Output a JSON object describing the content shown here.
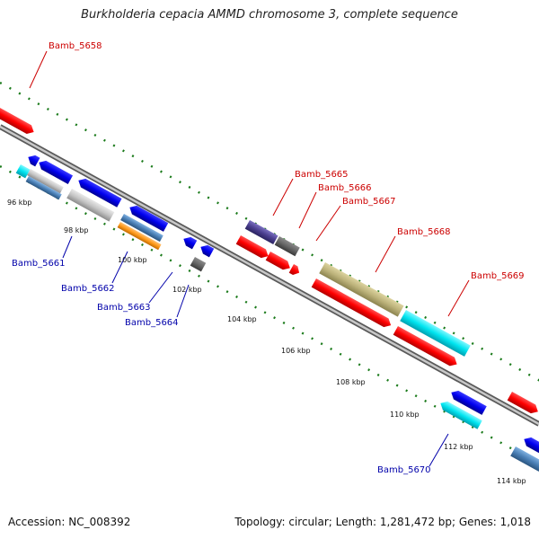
{
  "title": "Burkholderia cepacia AMMD chromosome 3, complete sequence",
  "footer": {
    "accession": "Accession: NC_008392",
    "summary": "Topology: circular; Length: 1,281,472 bp; Genes: 1,018"
  },
  "colors": {
    "backbone": "#8a8a8a",
    "tick": "#1a7a1a",
    "label_red": "#cc0000",
    "label_blue": "#0000aa"
  },
  "scale_labels": [
    {
      "id": "96",
      "text": "96 kbp"
    },
    {
      "id": "98",
      "text": "98 kbp"
    },
    {
      "id": "100",
      "text": "100 kbp"
    },
    {
      "id": "102",
      "text": "102 kbp"
    },
    {
      "id": "104",
      "text": "104 kbp"
    },
    {
      "id": "106",
      "text": "106 kbp"
    },
    {
      "id": "108",
      "text": "108 kbp"
    },
    {
      "id": "110",
      "text": "110 kbp"
    },
    {
      "id": "112",
      "text": "112 kbp"
    },
    {
      "id": "114",
      "text": "114 kbp"
    }
  ],
  "gene_labels": [
    {
      "id": "5658",
      "text": "Bamb_5658",
      "strand": "forward"
    },
    {
      "id": "5665",
      "text": "Bamb_5665",
      "strand": "forward"
    },
    {
      "id": "5666",
      "text": "Bamb_5666",
      "strand": "forward"
    },
    {
      "id": "5667",
      "text": "Bamb_5667",
      "strand": "forward"
    },
    {
      "id": "5668",
      "text": "Bamb_5668",
      "strand": "forward"
    },
    {
      "id": "5669",
      "text": "Bamb_5669",
      "strand": "forward"
    },
    {
      "id": "5661",
      "text": "Bamb_5661",
      "strand": "reverse"
    },
    {
      "id": "5662",
      "text": "Bamb_5662",
      "strand": "reverse"
    },
    {
      "id": "5663",
      "text": "Bamb_5663",
      "strand": "reverse"
    },
    {
      "id": "5664",
      "text": "Bamb_5664",
      "strand": "reverse"
    },
    {
      "id": "5670",
      "text": "Bamb_5670",
      "strand": "reverse"
    }
  ],
  "feature_colors": {
    "red": "#ff0000",
    "blue": "#0000ee",
    "cyan": "#00e5f0",
    "gray": "#c0c0c0",
    "darkgray": "#666666",
    "steel": "#4a7fb5",
    "orange": "#ff9a1a",
    "purple": "#4b3f8f",
    "khaki": "#bcb27a"
  }
}
